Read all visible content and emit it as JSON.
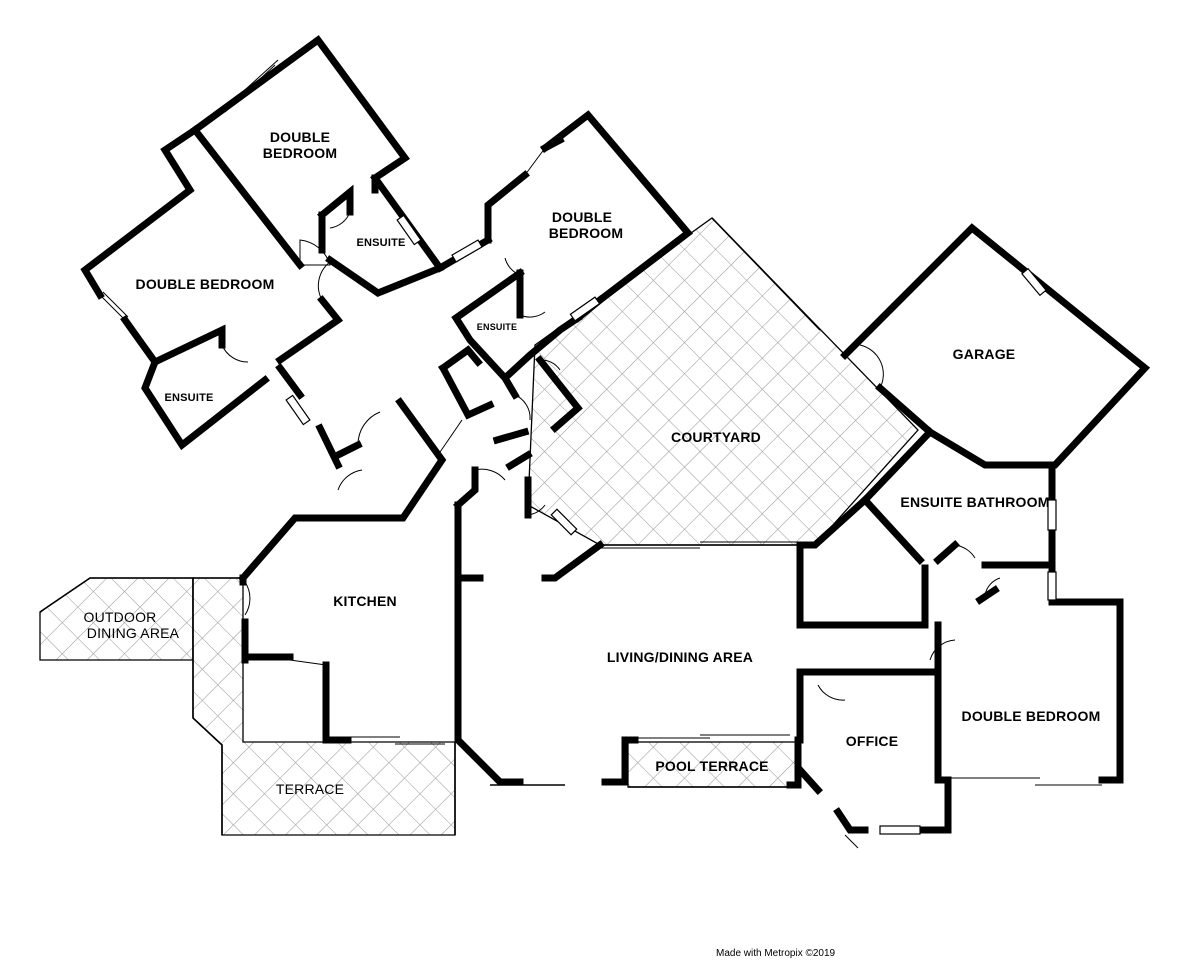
{
  "rooms": {
    "double_bedroom_top_line1": "DOUBLE",
    "double_bedroom_top_line2": "BEDROOM",
    "double_bedroom_left": "DOUBLE BEDROOM",
    "ensuite_top": "ENSUITE",
    "ensuite_left": "ENSUITE",
    "double_bedroom_center_line1": "DOUBLE",
    "double_bedroom_center_line2": "BEDROOM",
    "ensuite_center": "ENSUITE",
    "courtyard": "COURTYARD",
    "garage": "GARAGE",
    "ensuite_bathroom": "ENSUITE BATHROOM",
    "kitchen": "KITCHEN",
    "outdoor_dining_line1": "OUTDOOR",
    "outdoor_dining_line2": "DINING AREA",
    "living_dining": "LIVING/DINING AREA",
    "office": "OFFICE",
    "double_bedroom_right": "DOUBLE BEDROOM",
    "pool_terrace": "POOL TERRACE",
    "terrace": "TERRACE"
  },
  "footer": {
    "credit": "Made with Metropix ©2019"
  }
}
